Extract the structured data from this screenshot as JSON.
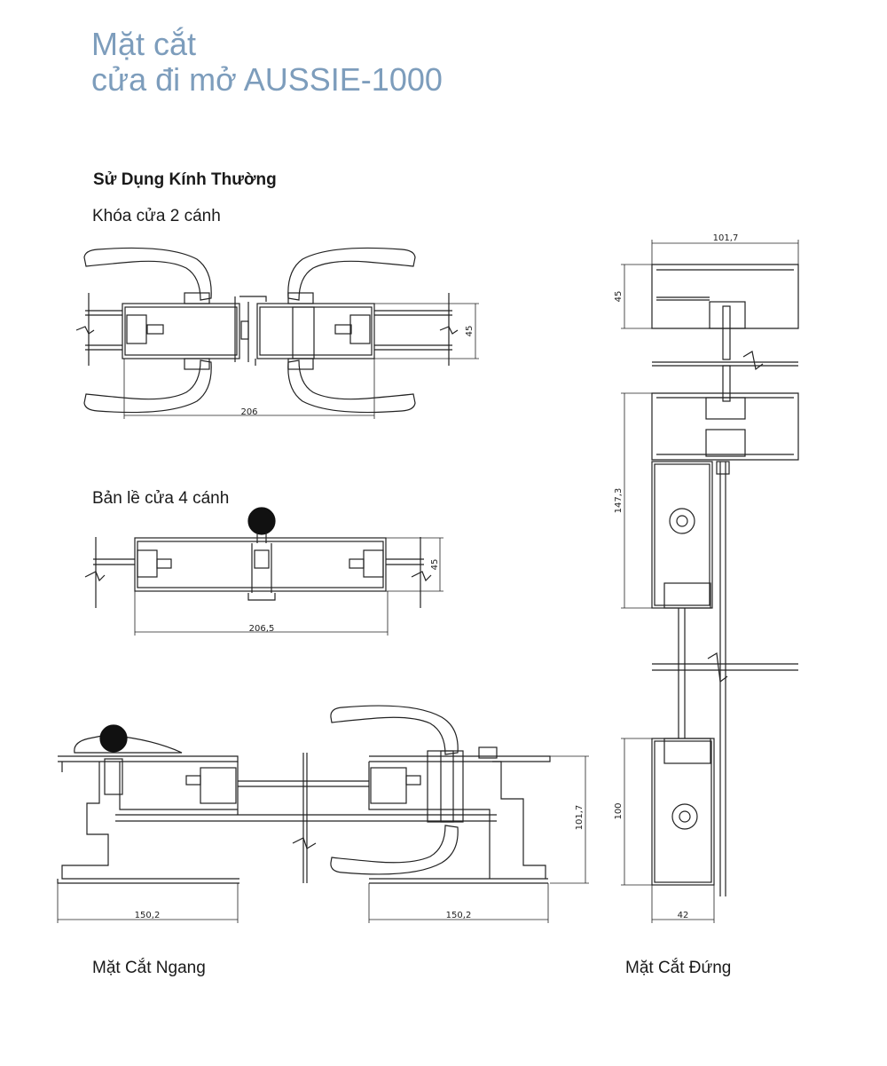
{
  "title": {
    "line1": "Mặt cắt",
    "line2": "cửa đi mở AUSSIE-1000"
  },
  "subheading": "Sử Dụng Kính Thường",
  "sections": {
    "lock": "Khóa cửa 2 cánh",
    "hinge": "Bản lề cửa 4 cánh",
    "horizontal": "Mặt Cắt Ngang",
    "vertical": "Mặt Cắt Đứng"
  },
  "dimensions": {
    "lock_width": "206",
    "lock_depth": "45",
    "hinge_width": "206,5",
    "hinge_depth": "45",
    "horiz_left": "150,2",
    "horiz_right": "150,2",
    "horiz_depth": "101,7",
    "vert_top_width": "101,7",
    "vert_top_height": "45",
    "vert_mid_height": "147,3",
    "vert_bottom_height": "100",
    "vert_bottom_width": "42"
  },
  "colors": {
    "title": "#7d9dbc",
    "line": "#222222",
    "knob": "#111111"
  }
}
